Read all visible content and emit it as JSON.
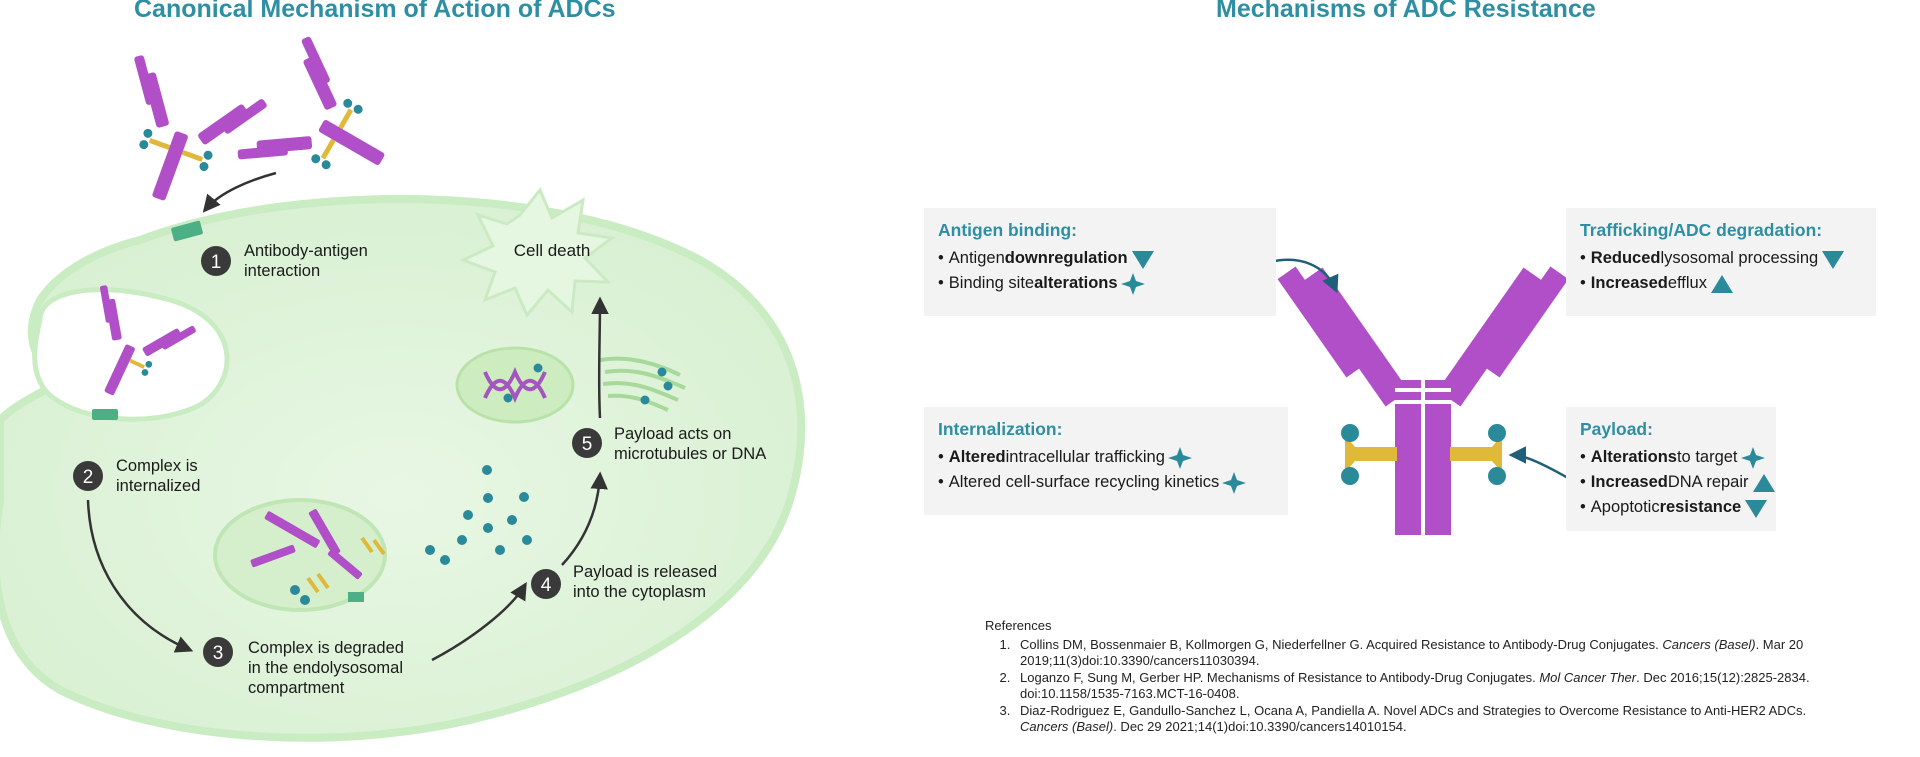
{
  "left_panel": {
    "title": "Canonical Mechanism of Action of ADCs",
    "steps": [
      {
        "number": "1",
        "line1": "Antibody-antigen",
        "line2": "interaction",
        "line3": ""
      },
      {
        "number": "2",
        "line1": "Complex is",
        "line2": "internalized",
        "line3": ""
      },
      {
        "number": "3",
        "line1": "Complex is degraded",
        "line2": "in the endolysosomal",
        "line3": "compartment"
      },
      {
        "number": "4",
        "line1": "Payload is released",
        "line2": "into the cytoplasm",
        "line3": ""
      },
      {
        "number": "5",
        "line1": "Payload acts on",
        "line2": "microtubules or DNA",
        "line3": ""
      }
    ],
    "cell_death": "Cell death"
  },
  "right_panel": {
    "title": "Mechanisms of ADC Resistance",
    "boxes": {
      "antigen_binding": {
        "heading": "Antigen binding:",
        "items": [
          {
            "pre": "Antigen ",
            "bold": "downregulation",
            "post": "",
            "indicator": "down-triangle"
          },
          {
            "pre": "Binding site ",
            "bold": "alterations",
            "post": "",
            "indicator": "diamond-star"
          }
        ]
      },
      "trafficking": {
        "heading": "Trafficking/ADC degradation:",
        "items": [
          {
            "pre": "",
            "bold": "Reduced",
            "post": " lysosomal processing",
            "indicator": "down-triangle"
          },
          {
            "pre": "",
            "bold": "Increased",
            "post": " efflux",
            "indicator": "up-triangle"
          }
        ]
      },
      "internalization": {
        "heading": "Internalization:",
        "items": [
          {
            "pre": "",
            "bold": "Altered",
            "post": " intracellular trafficking",
            "indicator": "diamond-star"
          },
          {
            "pre": "Altered cell-surface recycling kinetics",
            "bold": "",
            "post": "",
            "indicator": "diamond-star"
          }
        ]
      },
      "payload": {
        "heading": "Payload:",
        "items": [
          {
            "pre": "",
            "bold": "Alterations",
            "post": " to target",
            "indicator": "diamond-star"
          },
          {
            "pre": "",
            "bold": "Increased",
            "post": " DNA repair",
            "indicator": "up-triangle"
          },
          {
            "pre": "Apoptotic ",
            "bold": "resistance",
            "post": "",
            "indicator": "down-triangle"
          }
        ]
      }
    }
  },
  "references": {
    "heading": "References",
    "items": [
      {
        "line1a": "Collins DM, Bossenmaier B, Kollmorgen G, Niederfellner G. Acquired Resistance to Antibody-Drug Conjugates. ",
        "line1i": "Cancers (Basel)",
        "line1b": ". Mar 20",
        "line2": "2019;11(3)doi:10.3390/cancers11030394."
      },
      {
        "line1a": "Loganzo F, Sung M, Gerber HP. Mechanisms of Resistance to Antibody-Drug Conjugates. ",
        "line1i": "Mol Cancer Ther",
        "line1b": ". Dec 2016;15(12):2825-2834.",
        "line2": "doi:10.1158/1535-7163.MCT-16-0408."
      },
      {
        "line1a": "Diaz-Rodriguez E, Gandullo-Sanchez L, Ocana A, Pandiella A. Novel ADCs and Strategies to Overcome Resistance to Anti-HER2 ADCs.",
        "line1i": "",
        "line1b": "",
        "line2i": "Cancers (Basel)",
        "line2": ". Dec 29 2021;14(1)doi:10.3390/cancers14010154."
      }
    ]
  },
  "colors": {
    "title_teal": "#2e8fa3",
    "antibody_purple": "#b04fc8",
    "linker_yellow": "#e0b83a",
    "payload_teal": "#2b8a9a",
    "antigen_green": "#4caf86",
    "cell_fill": "#e3f4de",
    "step_circle": "#3a3a3a",
    "box_bg": "#f3f3f3"
  }
}
